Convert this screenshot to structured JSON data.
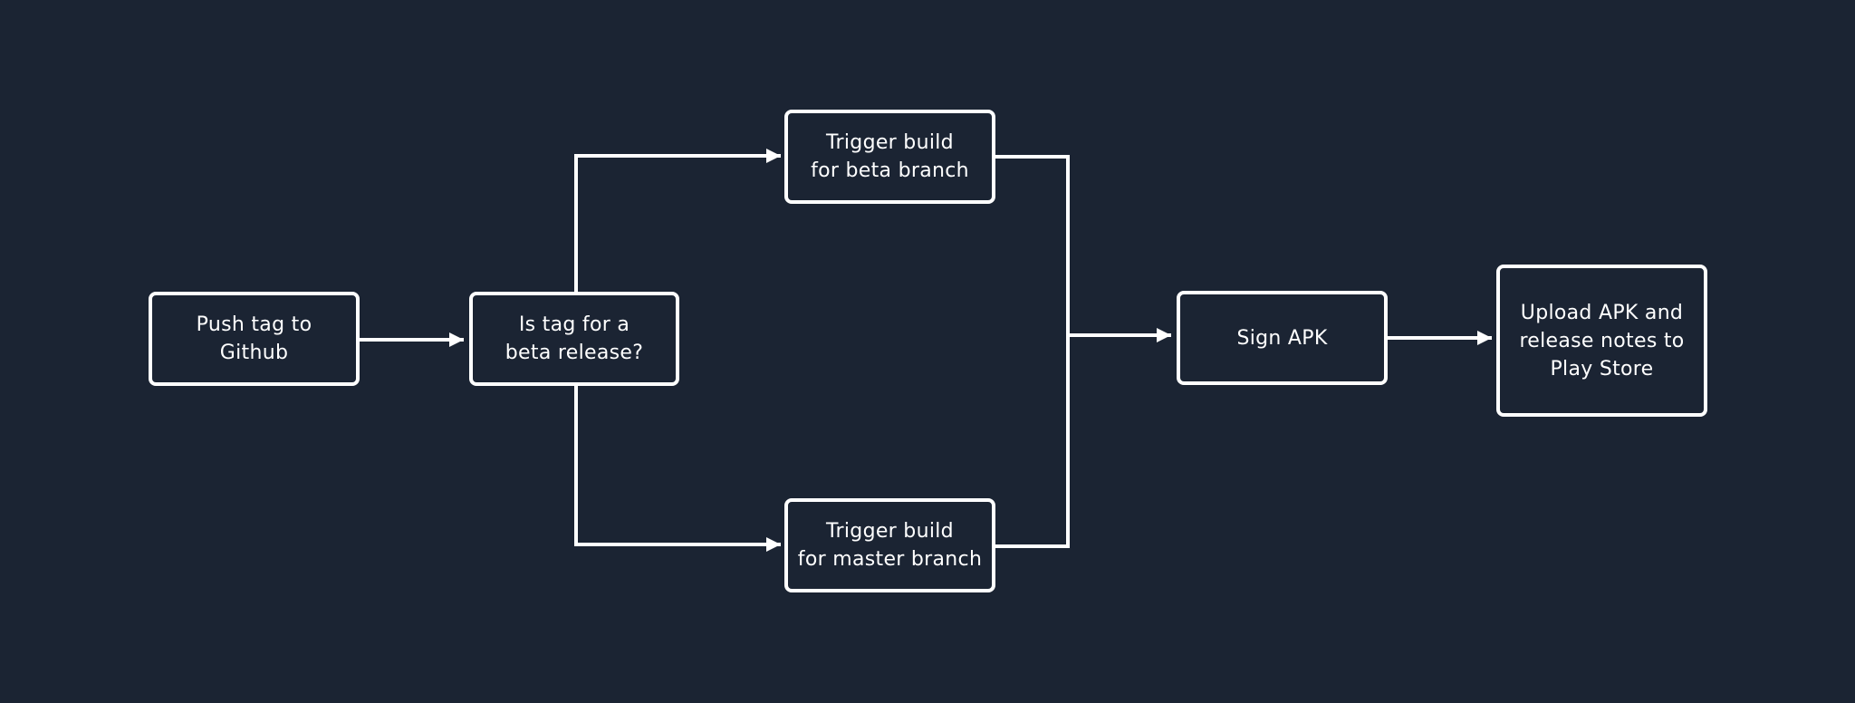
{
  "colors": {
    "background": "#1b2433",
    "stroke": "#ffffff",
    "text": "#ffffff"
  },
  "nodes": {
    "push_tag": "Push tag to\nGithub",
    "is_beta": "Is tag for a\nbeta release?",
    "trigger_beta": "Trigger build\nfor beta branch",
    "trigger_master": "Trigger build\nfor master branch",
    "sign_apk": "Sign APK",
    "upload": "Upload APK and\nrelease notes to\nPlay Store"
  }
}
